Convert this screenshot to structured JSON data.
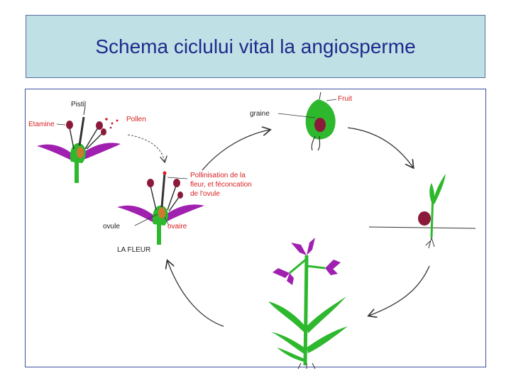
{
  "slide": {
    "title": "Schema ciclului vital la angiosperme"
  },
  "diagram": {
    "labels": {
      "pistil": "Pistil",
      "etamine": "Etamine",
      "pollen": "Pollen",
      "pollinisation_line1": "Pollinisation de la",
      "pollinisation_line2": "fleur, et féconcation",
      "pollinisation_line3": "de l'ovule",
      "ovule": "ovule",
      "ovaire": "ovaire",
      "la_fleur": "LA FLEUR",
      "graine": "graine",
      "fruit": "Fruit"
    },
    "colors": {
      "petal": "#a020b0",
      "stem": "#2db82d",
      "anther": "#8b1a3a",
      "ovary": "#d07a30",
      "label_red": "#d82020",
      "arrow": "#333333"
    }
  }
}
